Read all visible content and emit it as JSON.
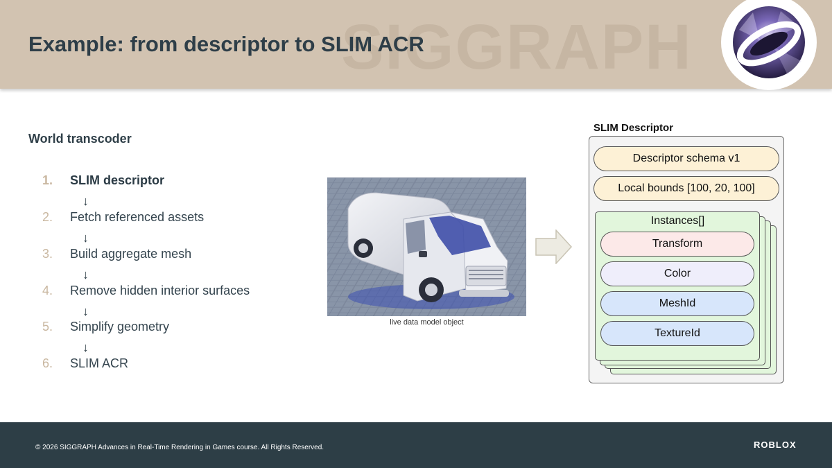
{
  "header": {
    "watermark": "SIGGRAPH",
    "title": "Example: from descriptor to SLIM ACR"
  },
  "left": {
    "subtitle": "World transcoder",
    "arrow_glyph": "↓",
    "steps": [
      {
        "num": "1.",
        "label": "SLIM descriptor"
      },
      {
        "num": "2.",
        "label": "Fetch referenced assets"
      },
      {
        "num": "3.",
        "label": "Build aggregate mesh"
      },
      {
        "num": "4.",
        "label": "Remove hidden interior surfaces"
      },
      {
        "num": "5.",
        "label": "Simplify geometry"
      },
      {
        "num": "6.",
        "label": "SLIM ACR"
      }
    ]
  },
  "image": {
    "caption": "live data model object"
  },
  "descriptor": {
    "title": "SLIM Descriptor",
    "schema": "Descriptor schema v1",
    "bounds": "Local bounds [100, 20, 100]",
    "instances_label": "Instances[]",
    "fields": [
      "Transform",
      "Color",
      "MeshId",
      "TextureId"
    ]
  },
  "footer": {
    "copyright": "© 2026 SIGGRAPH Advances in Real-Time Rendering in Games course. All Rights Reserved.",
    "brand": "ROBLOX"
  },
  "colors": {
    "header_bg": "#d2c3b1",
    "footer_bg": "#2d3e46",
    "step_number": "#c9b7a0",
    "instances_green": "#e2f6dc"
  }
}
